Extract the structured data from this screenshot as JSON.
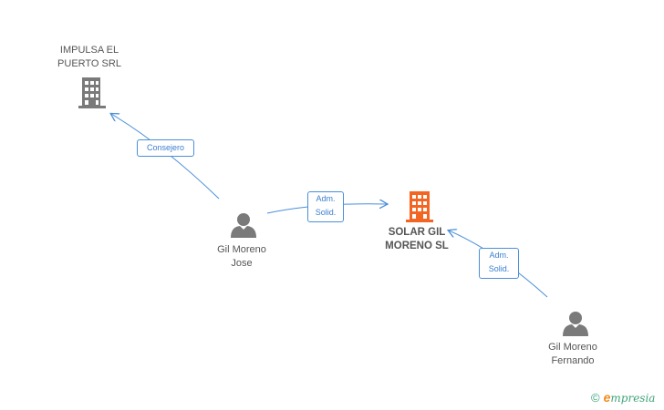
{
  "nodes": {
    "impulsa": {
      "label": "IMPULSA EL\nPUERTO SRL"
    },
    "solar": {
      "label": "SOLAR GIL\nMORENO SL"
    },
    "jose": {
      "label": "Gil Moreno\nJose"
    },
    "fernando": {
      "label": "Gil Moreno\nFernando"
    }
  },
  "edges": {
    "jose_impulsa": {
      "label": "Consejero"
    },
    "jose_solar": {
      "label": "Adm.\nSolid."
    },
    "fernando_solar": {
      "label": "Adm.\nSolid."
    }
  },
  "brand": {
    "copyright": "©",
    "e": "e",
    "rest": "mpresia"
  },
  "colors": {
    "edge": "#4a8fd8",
    "company": "#7a7a7a",
    "focus_company": "#f26522",
    "person": "#7a7a7a"
  }
}
